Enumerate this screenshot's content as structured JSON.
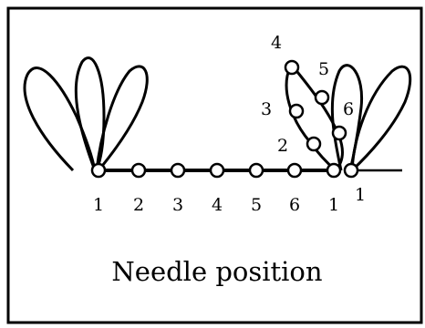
{
  "caption": "Needle position",
  "bottom_row_labels": [
    "1",
    "2",
    "3",
    "4",
    "5",
    "6",
    "1",
    "1"
  ],
  "arc_labels": [
    "2",
    "3",
    "4",
    "5",
    "6"
  ],
  "colors": {
    "stroke": "#000000",
    "background": "#ffffff"
  }
}
